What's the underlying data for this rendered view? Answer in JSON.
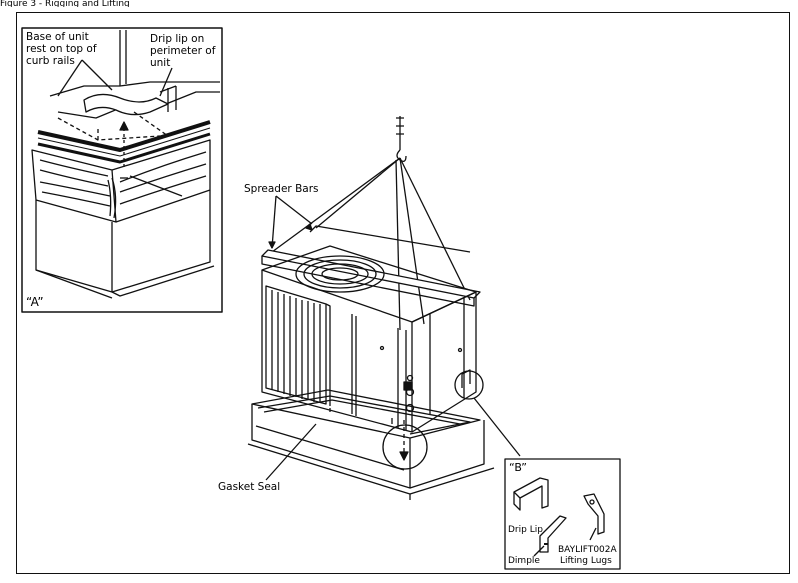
{
  "header": {
    "cropped_title": "Figure 3 - Rigging and Lifting"
  },
  "inset_a": {
    "tag": "“A”",
    "base_label": [
      "Base of unit",
      "rest on top of",
      "curb rails"
    ],
    "drip_label": [
      "Drip lip on",
      "perimeter of",
      "unit"
    ]
  },
  "main": {
    "spreader_label": "Spreader Bars",
    "gasket_label": "Gasket Seal"
  },
  "inset_b": {
    "tag": "“B”",
    "drip_lip_label": "Drip Lip",
    "dimple_label": "Dimple",
    "lug_part_label": "BAYLIFT002A",
    "lug_label": "Lifting Lugs"
  }
}
